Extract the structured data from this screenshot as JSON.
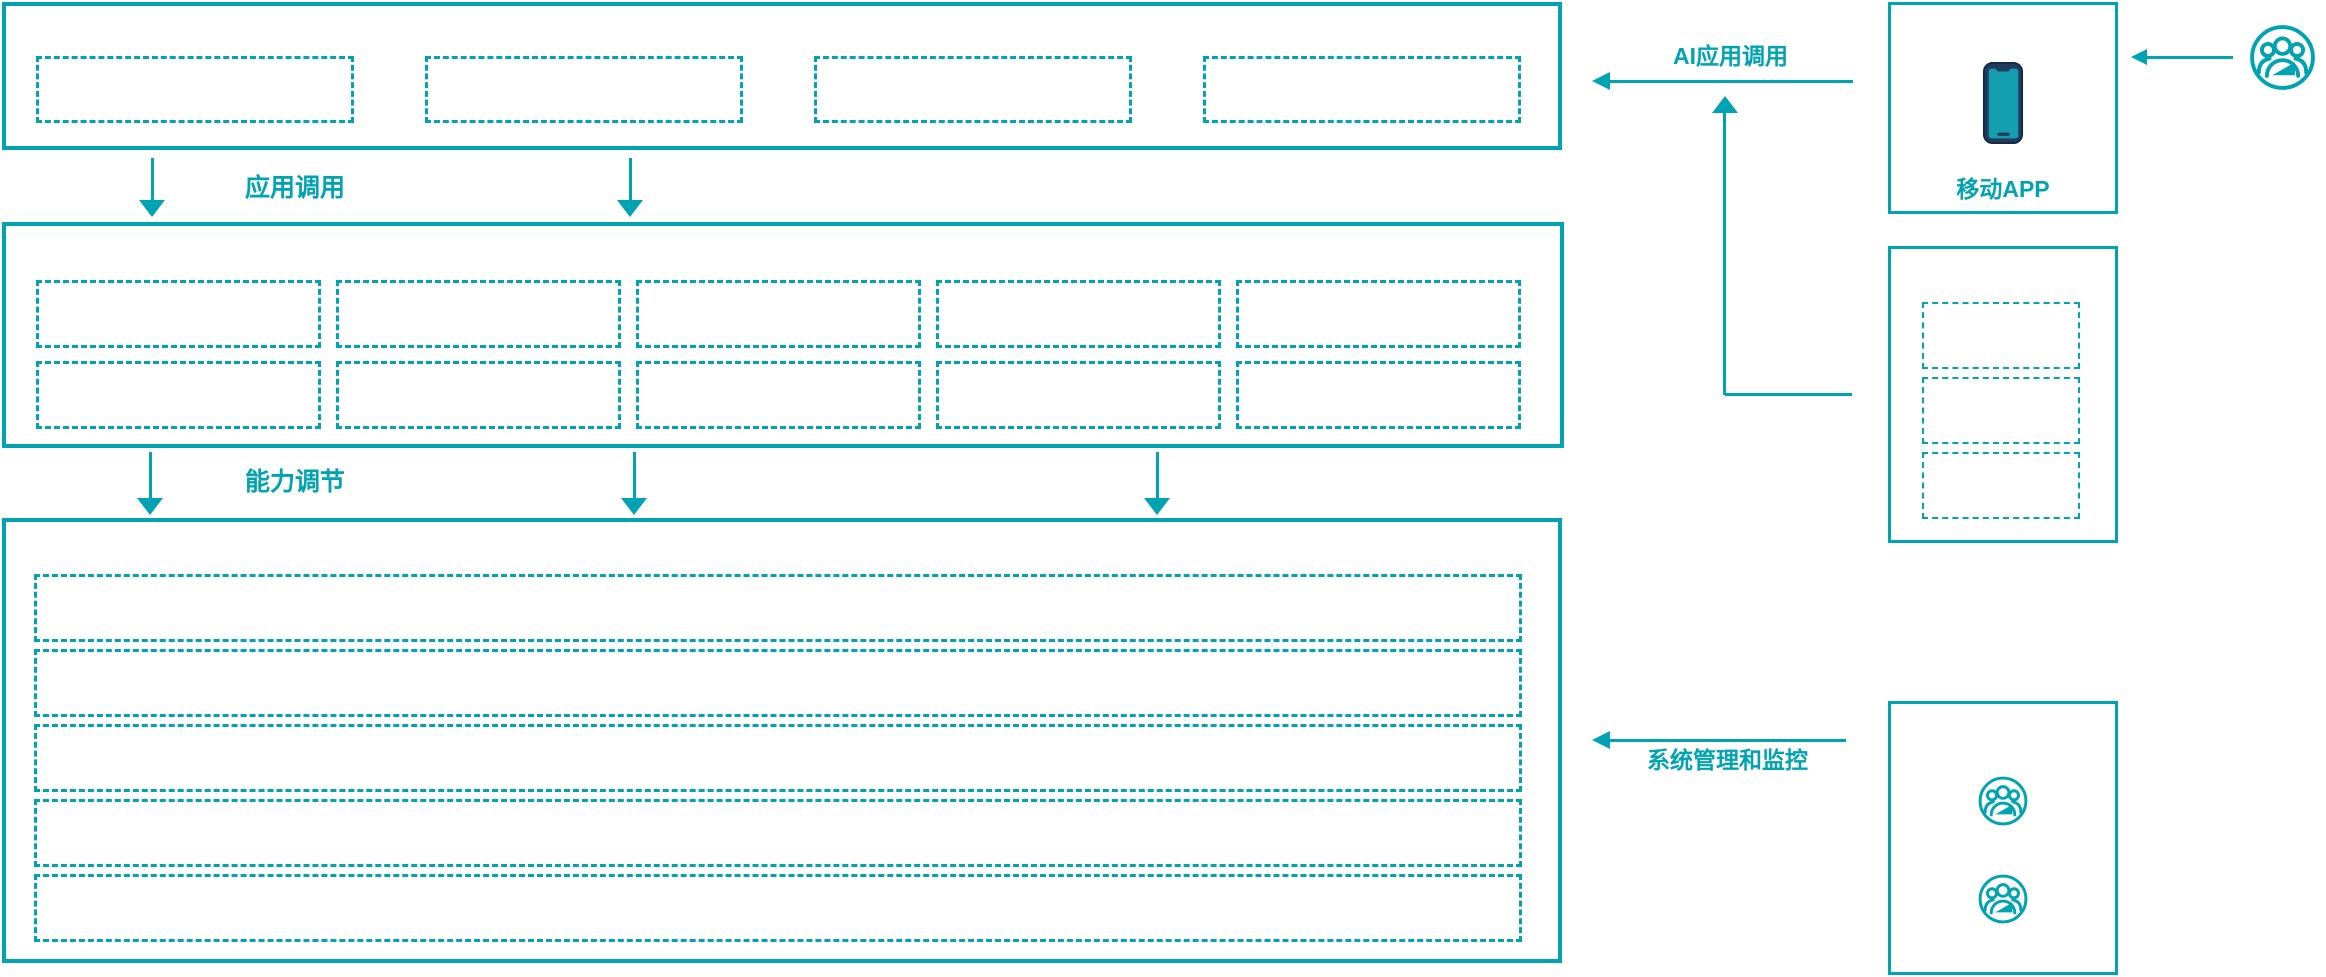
{
  "diagram": {
    "colors": {
      "accent": "#00a3b1",
      "phone_body": "#203c5f",
      "phone_screen": "#149fb1"
    },
    "arrows": {
      "app_call_label": "应用调用",
      "capability_adjust_label": "能力调节",
      "ai_app_call_label": "AI应用调用",
      "system_monitor_label": "系统管理和监控"
    },
    "layers": {
      "top": {
        "placeholder_count": 4
      },
      "middle": {
        "row_count": 2,
        "col_count": 5
      },
      "bottom": {
        "row_count": 5
      }
    },
    "right_panel": {
      "mobile_app": {
        "label": "移动APP",
        "icon": "smartphone-icon"
      },
      "middle_box": {
        "placeholder_count": 3
      },
      "monitor_box": {
        "icon_count": 2,
        "icon": "user-group-icon"
      },
      "external_icon": "user-group-icon"
    }
  }
}
